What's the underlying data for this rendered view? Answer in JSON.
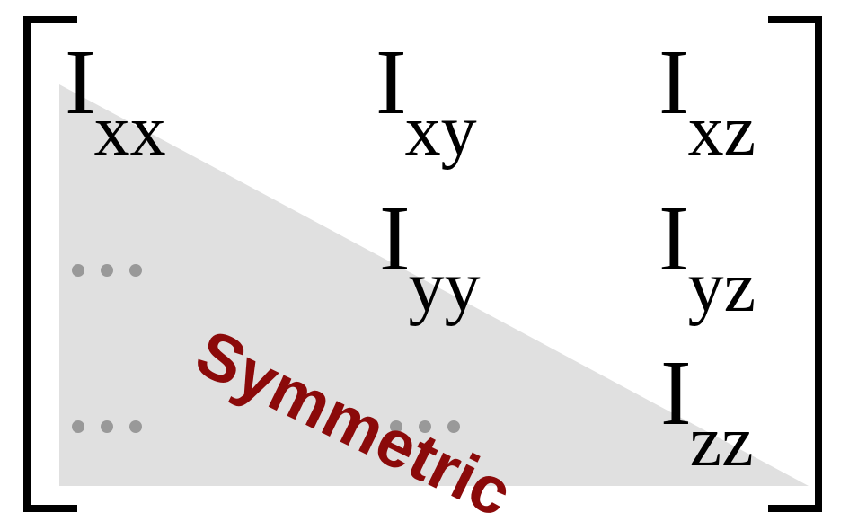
{
  "matrix": {
    "entries": [
      {
        "symbol": "I",
        "subscript": "xx"
      },
      {
        "symbol": "I",
        "subscript": "xy"
      },
      {
        "symbol": "I",
        "subscript": "xz"
      },
      {
        "symbol": "I",
        "subscript": "yy"
      },
      {
        "symbol": "I",
        "subscript": "yz"
      },
      {
        "symbol": "I",
        "subscript": "zz"
      }
    ],
    "label": "Symmetric"
  },
  "colors": {
    "shading": "#e0e0e0",
    "label": "#8b0a0a",
    "dots": "#999999",
    "text": "#000000"
  },
  "icons": [
    "ellipsis-icon"
  ]
}
